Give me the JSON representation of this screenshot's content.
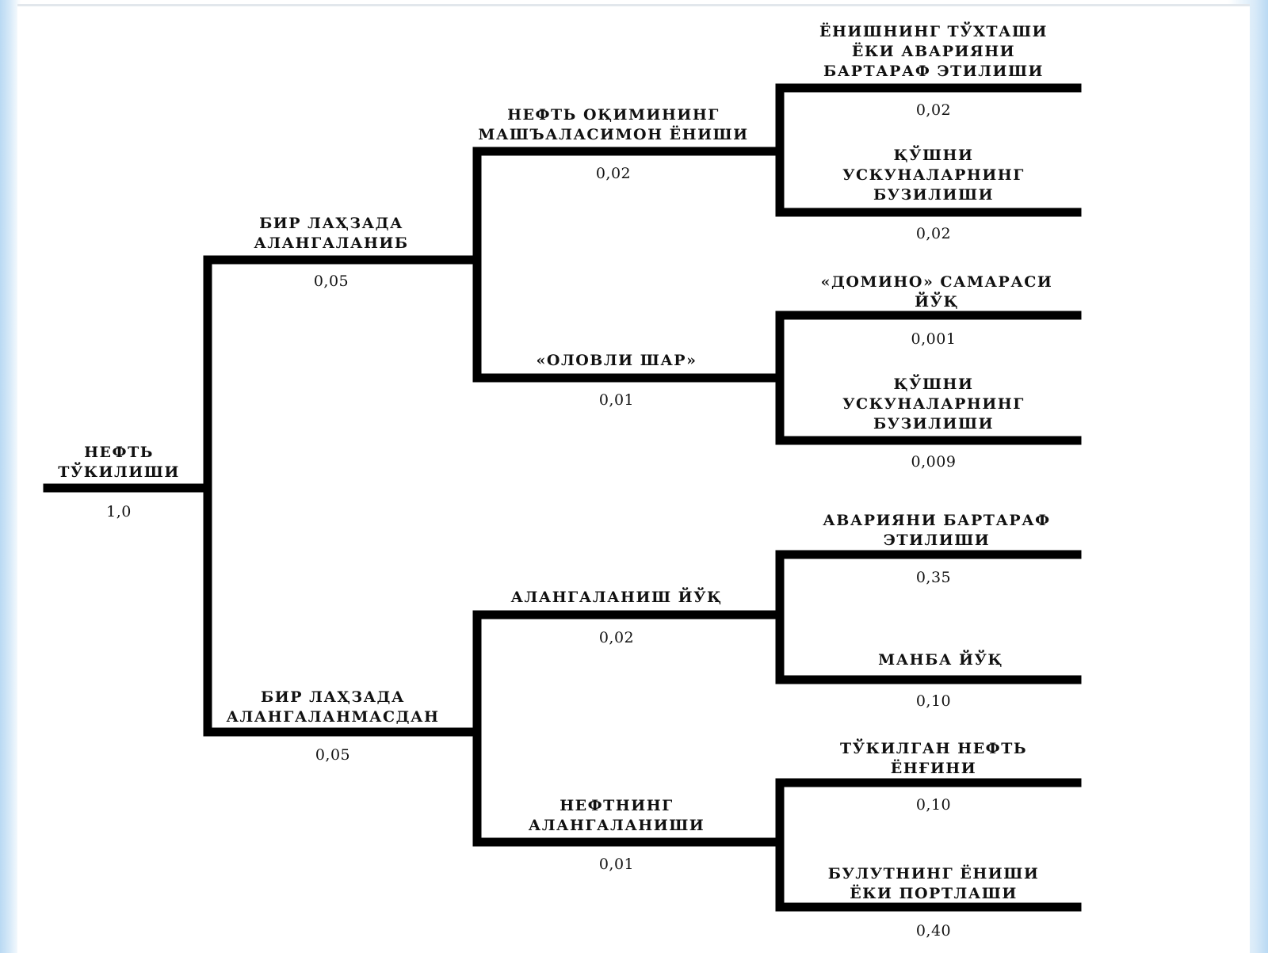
{
  "tree": {
    "root": {
      "label": [
        "НЕФТЬ",
        "ТЎКИЛИШИ"
      ],
      "value": "1,0"
    },
    "level1": [
      {
        "label": [
          "БИР ЛАҲЗАДА",
          "АЛАНГАЛАНИБ"
        ],
        "value": "0,05"
      },
      {
        "label": [
          "БИР ЛАҲЗАДА",
          "АЛАНГАЛАНМАСДАН"
        ],
        "value": "0,05"
      }
    ],
    "level2": [
      {
        "label": [
          "НЕФТЬ ОҚИМИНИНГ",
          "МАШЪАЛАСИМОН ЁНИШИ"
        ],
        "value": "0,02"
      },
      {
        "label": [
          "«ОЛОВЛИ ШАР»"
        ],
        "value": "0,01"
      },
      {
        "label": [
          "АЛАНГАЛАНИШ ЙЎҚ"
        ],
        "value": "0,02"
      },
      {
        "label": [
          "НЕФТНИНГ",
          "АЛАНГАЛАНИШИ"
        ],
        "value": "0,01"
      }
    ],
    "level3": [
      {
        "label": [
          "ЁНИШНИНГ ТЎХТАШИ",
          "ЁКИ АВАРИЯНИ",
          "БАРТАРАФ ЭТИЛИШИ"
        ],
        "value": "0,02"
      },
      {
        "label": [
          "ҚЎШНИ",
          "УСКУНАЛАРНИНГ",
          "БУЗИЛИШИ"
        ],
        "value": "0,02"
      },
      {
        "label": [
          "«ДОМИНО» САМАРАСИ",
          "ЙЎҚ"
        ],
        "value": "0,001"
      },
      {
        "label": [
          "ҚЎШНИ",
          "УСКУНАЛАРНИНГ",
          "БУЗИЛИШИ"
        ],
        "value": "0,009"
      },
      {
        "label": [
          "АВАРИЯНИ БАРТАРАФ",
          "ЭТИЛИШИ"
        ],
        "value": "0,35"
      },
      {
        "label": [
          "МАНБА ЙЎҚ"
        ],
        "value": "0,10"
      },
      {
        "label": [
          "ТЎКИЛГАН НЕФТЬ",
          "ЁНҒИНИ"
        ],
        "value": "0,10"
      },
      {
        "label": [
          "БУЛУТНИНГ ЁНИШИ",
          "ЁКИ ПОРТЛАШИ"
        ],
        "value": "0,40"
      }
    ]
  }
}
